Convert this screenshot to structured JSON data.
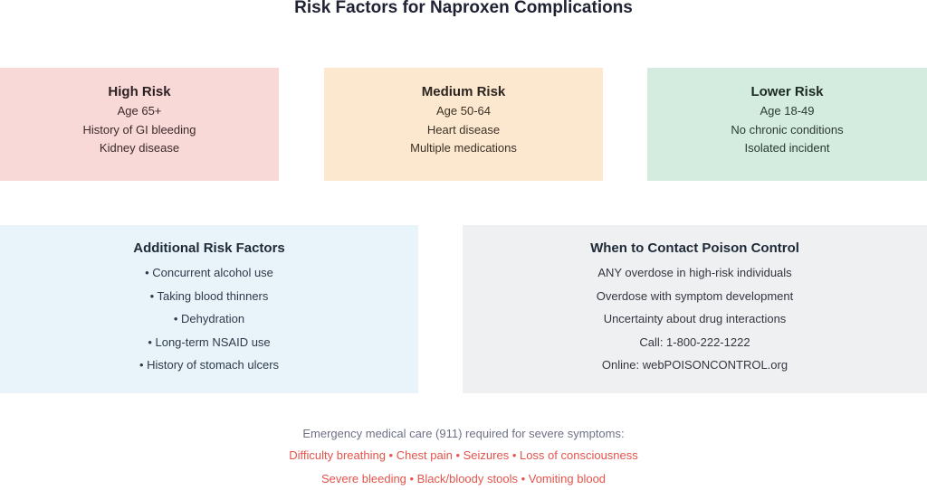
{
  "title": "Risk Factors for Naproxen Complications",
  "risk_levels": [
    {
      "heading": "High Risk",
      "color": "#f8d9d7",
      "items": [
        "Age 65+",
        "History of GI bleeding",
        "Kidney disease"
      ]
    },
    {
      "heading": "Medium Risk",
      "color": "#fce8cf",
      "items": [
        "Age 50-64",
        "Heart disease",
        "Multiple medications"
      ]
    },
    {
      "heading": "Lower Risk",
      "color": "#d4ecdf",
      "items": [
        "Age 18-49",
        "No chronic conditions",
        "Isolated incident"
      ]
    }
  ],
  "additional": {
    "heading": "Additional Risk Factors",
    "color": "#e8f4fa",
    "items": [
      "• Concurrent alcohol use",
      "• Taking blood thinners",
      "• Dehydration",
      "• Long-term NSAID use",
      "• History of stomach ulcers"
    ]
  },
  "poison_control": {
    "heading": "When to Contact Poison Control",
    "color": "#eff0f2",
    "items": [
      "ANY overdose in high-risk individuals",
      "Overdose with symptom development",
      "Uncertainty about drug interactions",
      "Call: 1-800-222-1222",
      "Online: webPOISONCONTROL.org"
    ]
  },
  "emergency": {
    "intro": "Emergency medical care (911) required for severe symptoms:",
    "symptoms_line_1": "Difficulty breathing • Chest pain • Seizures • Loss of consciousness",
    "symptoms_line_2": "Severe bleeding • Black/bloody stools • Vomiting blood",
    "accent_color": "#e5534b"
  }
}
